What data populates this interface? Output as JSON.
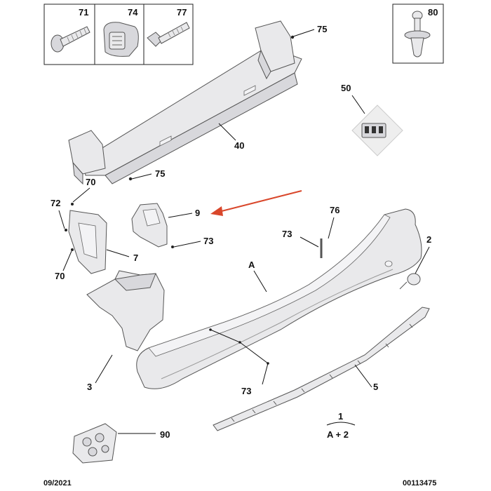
{
  "labels": {
    "p71": "71",
    "p74": "74",
    "p77": "77",
    "p80": "80",
    "p75_top": "75",
    "p40": "40",
    "p50": "50",
    "p75_mid": "75",
    "p70_top": "70",
    "p72": "72",
    "p9": "9",
    "p73_mid": "73",
    "p7": "7",
    "p70_bot": "70",
    "p76": "76",
    "p73_right": "73",
    "pA": "A",
    "p2": "2",
    "p3": "3",
    "p73_bot": "73",
    "p5": "5",
    "p90": "90",
    "p1": "1",
    "pA2": "A + 2"
  },
  "footer": {
    "date": "09/2021",
    "ref": "00113475"
  },
  "colors": {
    "arrow": "#d9472b",
    "line": "#111111",
    "part_fill": "#e9e9eb"
  }
}
